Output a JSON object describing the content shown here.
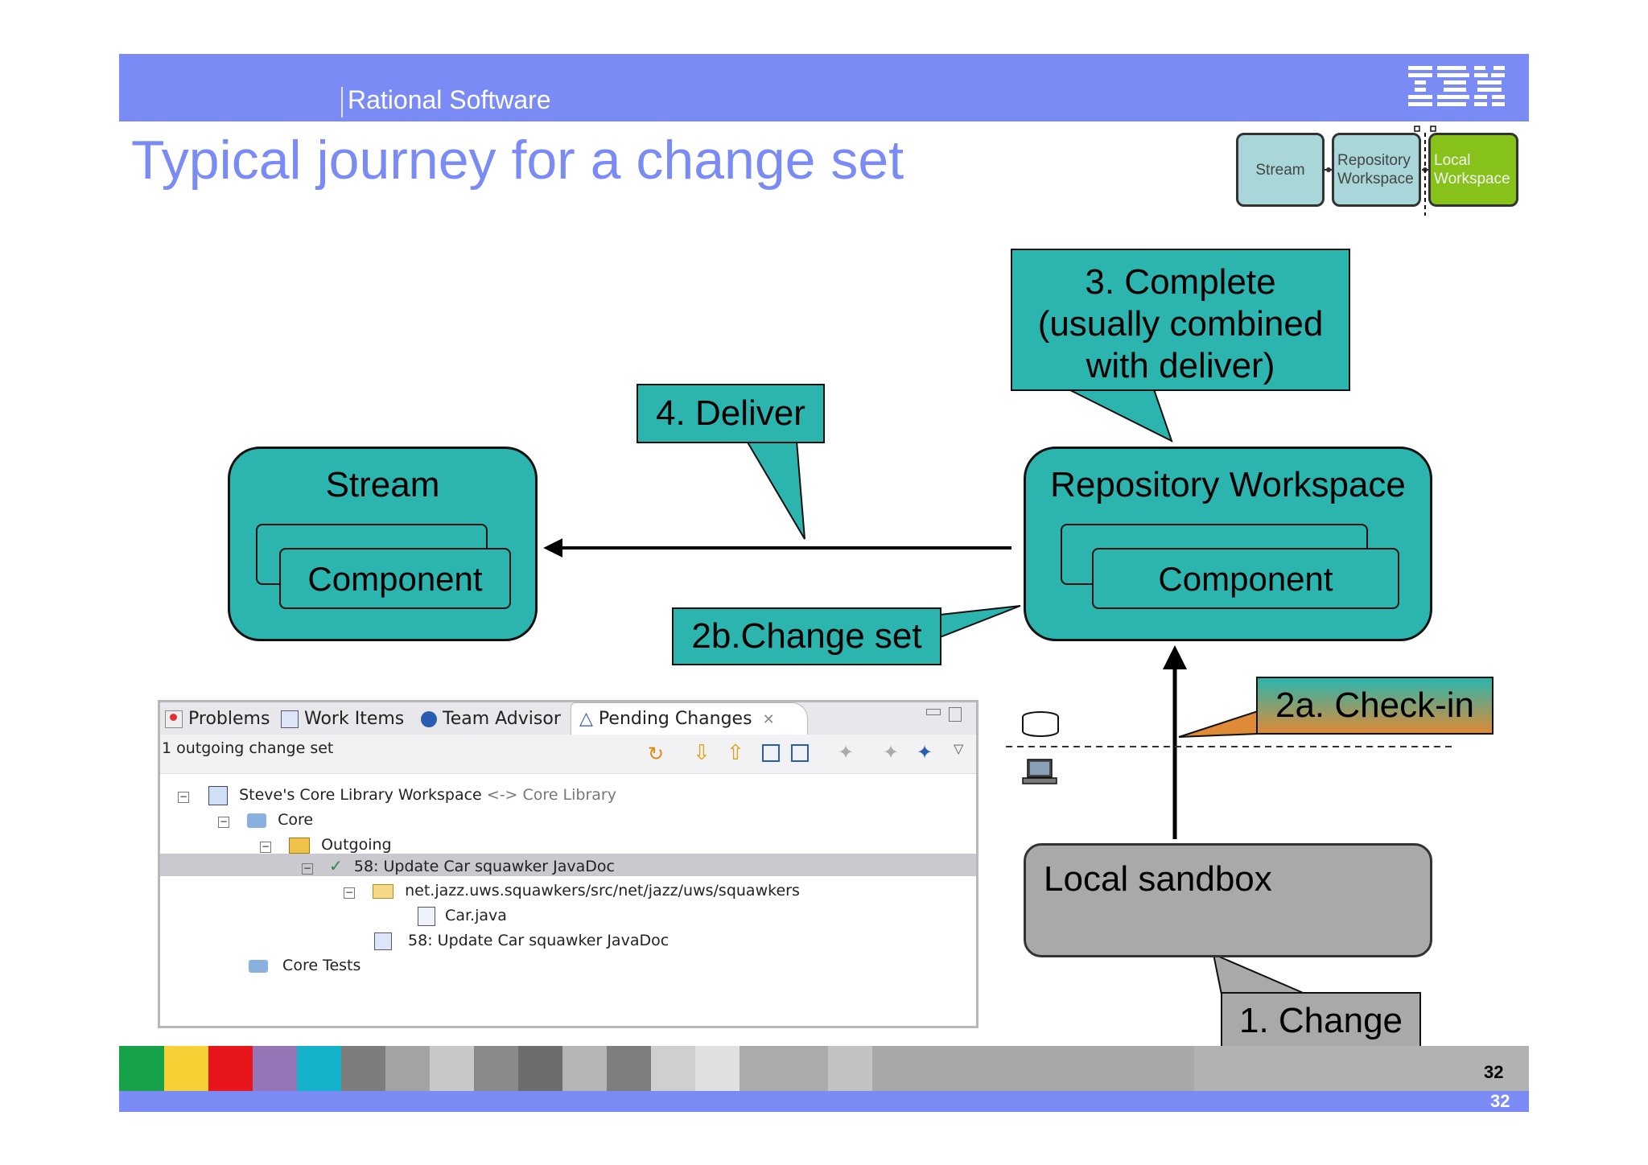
{
  "header": {
    "brand_text": "Rational Software",
    "logo": "IBM",
    "title": "Typical journey for a change set"
  },
  "legend": {
    "stream": "Stream",
    "repository_workspace_line1": "Repository",
    "repository_workspace_line2": "Workspace",
    "local_workspace_line1": "Local",
    "local_workspace_line2": "Workspace"
  },
  "diagram": {
    "stream_box": {
      "title": "Stream",
      "component": "Component"
    },
    "repo_box": {
      "title": "Repository Workspace",
      "component": "Component"
    },
    "sandbox_box": {
      "title": "Local sandbox"
    },
    "callouts": {
      "complete_line1": "3. Complete",
      "complete_line2": "(usually combined",
      "complete_line3": "with deliver)",
      "deliver": "4. Deliver",
      "change_set": "2b.Change set",
      "check_in": "2a. Check-in",
      "change": "1. Change"
    }
  },
  "eclipse_view": {
    "tabs": [
      "Problems",
      "Work Items",
      "Team Advisor",
      "Pending Changes"
    ],
    "status_text": "1 outgoing change set",
    "tree": {
      "workspace": "Steve's Core Library Workspace",
      "workspace_arrow": "<->",
      "workspace_target": "Core Library",
      "component": "Core",
      "outgoing": "Outgoing",
      "change_set": "58: Update Car squawker JavaDoc",
      "folder": "net.jazz.uws.squawkers/src/net/jazz/uws/squawkers",
      "file": "Car.java",
      "work_item": "58: Update Car squawker JavaDoc",
      "core_tests": "Core Tests"
    }
  },
  "footer": {
    "page_a": "32",
    "page_b": "32"
  },
  "colors": {
    "header_blue": "#7b8bf5",
    "teal": "#2cb5ae",
    "grey_box": "#a9a9a9",
    "local_green": "#86c21a",
    "checkin_orange": "#d98a3a"
  }
}
